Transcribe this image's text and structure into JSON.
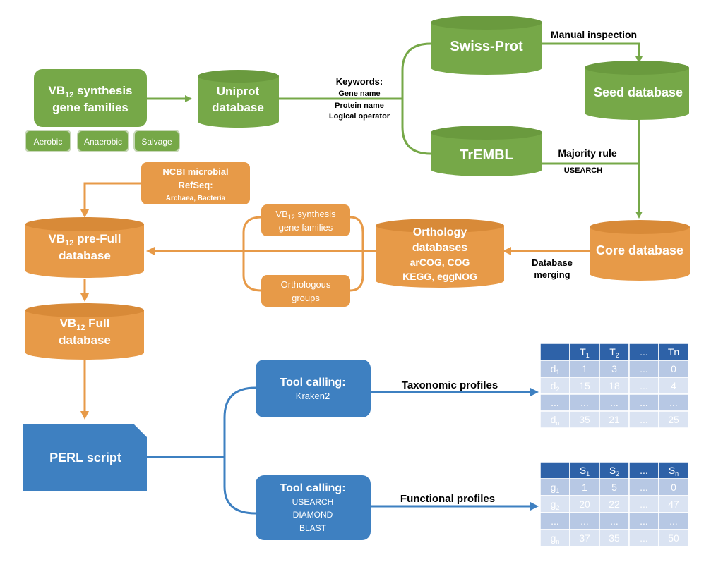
{
  "colors": {
    "green": "#76a848",
    "orange": "#e79a48",
    "blue": "#3e80c1",
    "tableHeader": "#2e62a8",
    "tableCell": "#b7c8e4",
    "tableCellAlt": "#dae3f2"
  },
  "green": {
    "vb12_families": {
      "main": "VB",
      "sub": "12",
      "rest": " synthesis",
      "line2": "gene families"
    },
    "chips": [
      "Aerobic",
      "Anaerobic",
      "Salvage"
    ],
    "uniprot": [
      "Uniprot",
      "database"
    ],
    "keywords": {
      "title": "Keywords:",
      "items": [
        "Gene name",
        "Protein name",
        "Logical operator"
      ]
    },
    "swissprot": "Swiss-Prot",
    "trembl": "TrEMBL",
    "manual": "Manual inspection",
    "majority": "Majority  rule",
    "usearch": "USEARCH",
    "seed": "Seed database"
  },
  "orange": {
    "ncbi": [
      "NCBI microbial",
      "RefSeq:",
      "Archaea, Bacteria"
    ],
    "prefull": {
      "main": "VB",
      "sub": "12",
      "rest": " pre-Full",
      "line2": "database"
    },
    "full": {
      "main": "VB",
      "sub": "12",
      "rest": " Full",
      "line2": "database"
    },
    "families": {
      "main": "VB",
      "sub": "12",
      "rest": " synthesis",
      "line2": "gene families"
    },
    "orthologous": [
      "Orthologous",
      "groups"
    ],
    "orthology": [
      "Orthology",
      "databases",
      "arCOG, COG",
      "KEGG, eggNOG"
    ],
    "core": "Core database",
    "merging": [
      "Database",
      "merging"
    ]
  },
  "blue": {
    "perl": "PERL script",
    "tool1": {
      "title": "Tool calling:",
      "items": [
        "Kraken2"
      ]
    },
    "tool2": {
      "title": "Tool calling:",
      "items": [
        "USEARCH",
        "DIAMOND",
        "BLAST"
      ]
    },
    "taxonomic": "Taxonomic profiles",
    "functional": "Functional profiles"
  },
  "table1": {
    "header": [
      [
        "",
        ""
      ],
      [
        "T",
        "1"
      ],
      [
        "T",
        "2"
      ],
      [
        "...",
        ""
      ],
      [
        "Tn",
        ""
      ]
    ],
    "rows": [
      [
        [
          "d",
          "1"
        ],
        "1",
        "3",
        "...",
        "0"
      ],
      [
        [
          "d",
          "2"
        ],
        "15",
        "18",
        "...",
        "4"
      ],
      [
        [
          "...",
          ""
        ],
        "...",
        "...",
        "...",
        "..."
      ],
      [
        [
          "d",
          "n"
        ],
        "35",
        "21",
        "...",
        "25"
      ]
    ]
  },
  "table2": {
    "header": [
      [
        "",
        ""
      ],
      [
        "S",
        "1"
      ],
      [
        "S",
        "2"
      ],
      [
        "...",
        ""
      ],
      [
        "S",
        "n"
      ]
    ],
    "rows": [
      [
        [
          "g",
          "1"
        ],
        "1",
        "5",
        "...",
        "0"
      ],
      [
        [
          "g",
          "2"
        ],
        "20",
        "22",
        "...",
        "47"
      ],
      [
        [
          "...",
          ""
        ],
        "...",
        "...",
        "...",
        "..."
      ],
      [
        [
          "g",
          "n"
        ],
        "37",
        "35",
        "...",
        "50"
      ]
    ]
  }
}
